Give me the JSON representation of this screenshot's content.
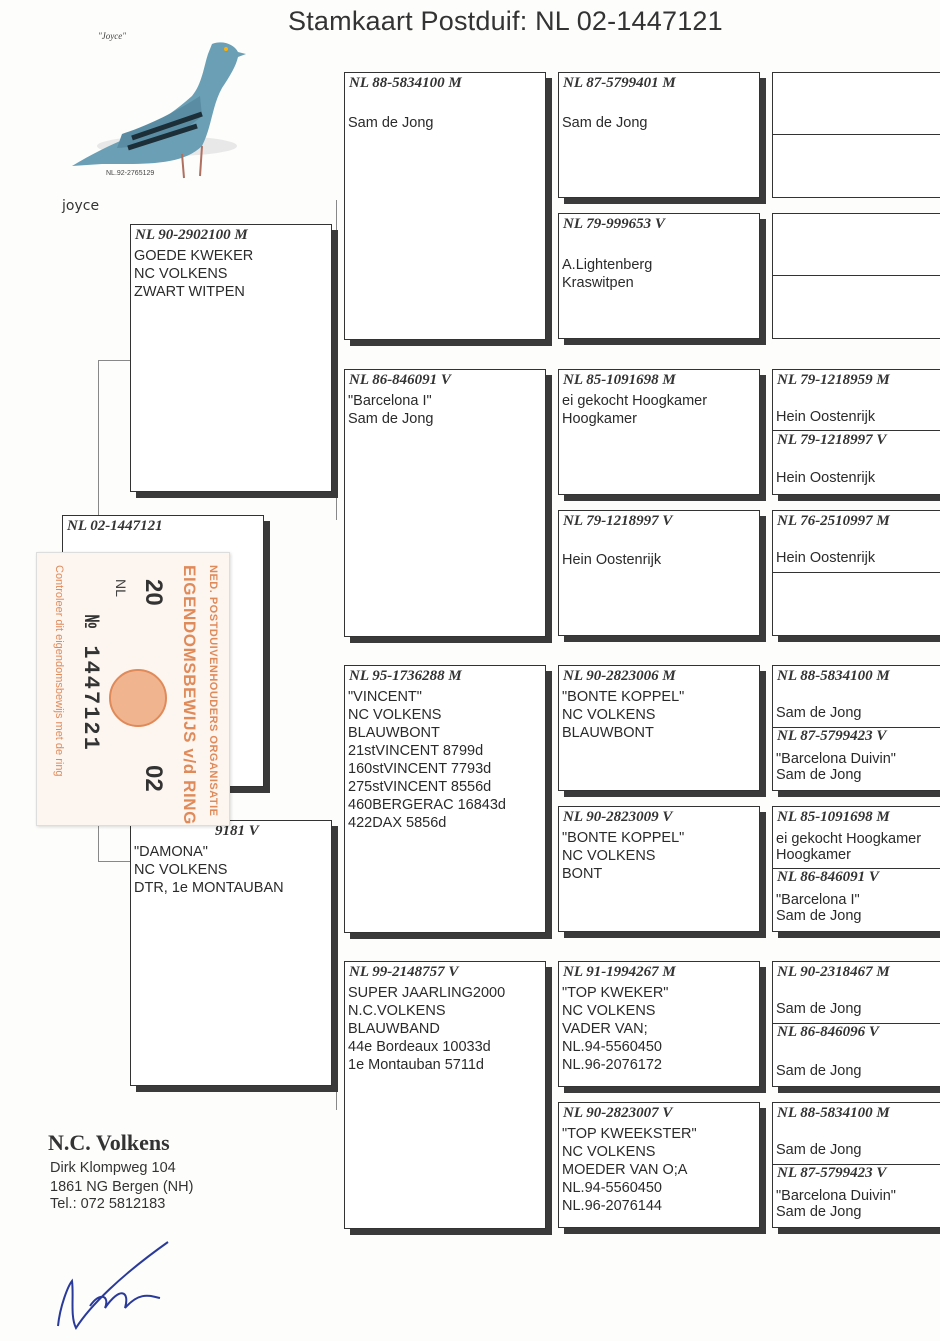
{
  "title": "Stamkaart Postduif: NL  02-1447121",
  "photo": {
    "caption": "\"Joyce\"",
    "tag": "NL.92-2765129",
    "name": "joyce"
  },
  "owner": {
    "name": "N.C. Volkens",
    "street": "Dirk Klompweg 104",
    "city": "1861 NG  Bergen (NH)",
    "phone": "Tel.: 072 5812183"
  },
  "sticker": {
    "org": "NED. POSTDUIVENHOUDERS ORGANISATIE",
    "label": "EIGENDOMSBEWIJS v/d RING",
    "year_left": "20",
    "year_right": "02",
    "country": "NL",
    "number": "№ 1447121",
    "check": "Controleer dit eigendomsbewijs met de ring"
  },
  "colors": {
    "ink": "#333333",
    "shadow": "#3a3a3a",
    "sticker": "#e08a5a"
  },
  "pedigree": {
    "subject": {
      "ring": "NL  02-1447121"
    },
    "sire": {
      "ring": "NL  90-2902100 M",
      "lines": [
        "GOEDE KWEKER",
        "NC VOLKENS",
        "ZWART WITPEN"
      ]
    },
    "dam": {
      "ring": "9181 V",
      "lines": [
        "\"DAMONA\"",
        "NC VOLKENS",
        "DTR, 1e MONTAUBAN"
      ]
    },
    "gen2": [
      {
        "ring": "NL  88-5834100 M",
        "lines": [
          "Sam de Jong"
        ]
      },
      {
        "ring": "NL  86-846091 V",
        "lines": [
          "\"Barcelona I\"",
          "Sam de Jong"
        ]
      },
      {
        "ring": "NL  95-1736288 M",
        "lines": [
          "\"VINCENT\"",
          "NC VOLKENS",
          "BLAUWBONT",
          "21stVINCENT 8799d",
          "160stVINCENT 7793d",
          "275stVINCENT 8556d",
          "460BERGERAC 16843d",
          "422DAX 5856d"
        ]
      },
      {
        "ring": "NL  99-2148757 V",
        "lines": [
          "SUPER JAARLING2000",
          "N.C.VOLKENS",
          "BLAUWBAND",
          "44e Bordeaux 10033d",
          "1e Montauban 5711d"
        ]
      }
    ],
    "gen3": [
      {
        "ring": "NL  87-5799401 M",
        "lines": [
          "Sam de Jong"
        ]
      },
      {
        "ring": "NL  79-999653 V",
        "lines": [
          "A.Lightenberg",
          "Kraswitpen"
        ]
      },
      {
        "ring": "NL  85-1091698 M",
        "lines": [
          "ei gekocht Hoogkamer",
          "Hoogkamer"
        ]
      },
      {
        "ring": "NL  79-1218997 V",
        "lines": [
          "Hein Oostenrijk"
        ]
      },
      {
        "ring": "NL  90-2823006 M",
        "lines": [
          "\"BONTE KOPPEL\"",
          "NC VOLKENS",
          "BLAUWBONT"
        ]
      },
      {
        "ring": "NL  90-2823009 V",
        "lines": [
          "\"BONTE KOPPEL\"",
          "NC VOLKENS",
          "BONT"
        ]
      },
      {
        "ring": "NL  91-1994267 M",
        "lines": [
          "\"TOP KWEKER\"",
          "NC VOLKENS",
          "VADER VAN;",
          "NL.94-5560450",
          "NL.96-2076172"
        ]
      },
      {
        "ring": "NL  90-2823007 V",
        "lines": [
          "\"TOP KWEEKSTER\"",
          "NC VOLKENS",
          "MOEDER VAN O;A",
          "NL.94-5560450",
          "NL.96-2076144"
        ]
      }
    ],
    "gen4": [
      {
        "ring": "",
        "lines": []
      },
      {
        "ring": "",
        "lines": []
      },
      {
        "ring": "",
        "lines": []
      },
      {
        "ring": "",
        "lines": []
      },
      {
        "ring": "NL  79-1218959 M",
        "lines": [
          "Hein Oostenrijk"
        ]
      },
      {
        "ring": "NL  79-1218997 V",
        "lines": [
          "Hein Oostenrijk"
        ]
      },
      {
        "ring": "NL  76-2510997 M",
        "lines": [
          "Hein Oostenrijk"
        ]
      },
      {
        "ring": "",
        "lines": []
      },
      {
        "ring": "NL  88-5834100 M",
        "lines": [
          "Sam de Jong"
        ]
      },
      {
        "ring": "NL  87-5799423 V",
        "lines": [
          "\"Barcelona Duivin\"",
          "Sam de Jong"
        ]
      },
      {
        "ring": "NL  85-1091698 M",
        "lines": [
          "ei gekocht Hoogkamer",
          "Hoogkamer"
        ]
      },
      {
        "ring": "NL  86-846091 V",
        "lines": [
          "\"Barcelona I\"",
          "Sam de Jong"
        ]
      },
      {
        "ring": "NL  90-2318467 M",
        "lines": [
          "Sam de Jong"
        ]
      },
      {
        "ring": "NL  86-846096 V",
        "lines": [
          "Sam de Jong"
        ]
      },
      {
        "ring": "NL  88-5834100 M",
        "lines": [
          "Sam de Jong"
        ]
      },
      {
        "ring": "NL  87-5799423 V",
        "lines": [
          "\"Barcelona Duivin\"",
          "Sam de Jong"
        ]
      }
    ]
  }
}
